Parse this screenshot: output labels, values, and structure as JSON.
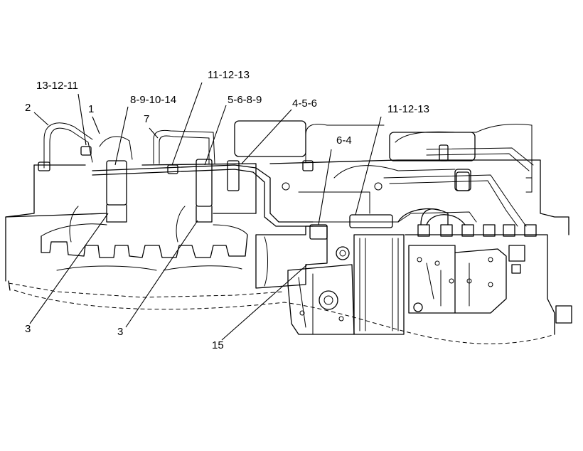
{
  "callouts": [
    {
      "id": "c1",
      "text": "13-12-11"
    },
    {
      "id": "c2",
      "text": "2"
    },
    {
      "id": "c3",
      "text": "1"
    },
    {
      "id": "c4",
      "text": "8-9-10-14"
    },
    {
      "id": "c5",
      "text": "7"
    },
    {
      "id": "c6",
      "text": "11-12-13"
    },
    {
      "id": "c7",
      "text": "5-6-8-9"
    },
    {
      "id": "c8",
      "text": "4-5-6"
    },
    {
      "id": "c9",
      "text": "11-12-13"
    },
    {
      "id": "c10",
      "text": "6-4"
    },
    {
      "id": "c11",
      "text": "3"
    },
    {
      "id": "c12",
      "text": "3"
    },
    {
      "id": "c13",
      "text": "15"
    }
  ]
}
